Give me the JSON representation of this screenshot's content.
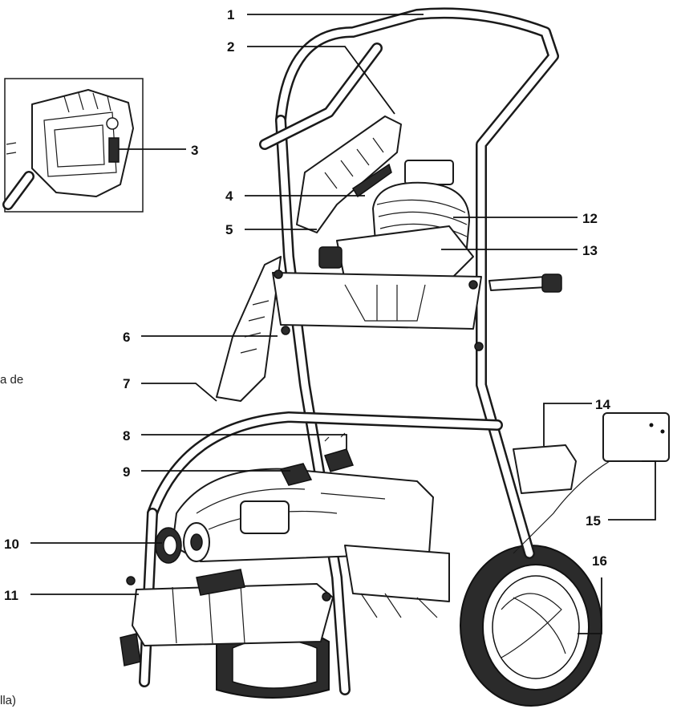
{
  "callouts": [
    "1",
    "2",
    "3",
    "4",
    "5",
    "6",
    "7",
    "8",
    "9",
    "10",
    "11",
    "12",
    "13",
    "14",
    "15",
    "16"
  ],
  "fragments": {
    "left_mid": "a de",
    "bottom_left": "lla)"
  },
  "colors": {
    "ink": "#111111",
    "paper": "#ffffff"
  }
}
